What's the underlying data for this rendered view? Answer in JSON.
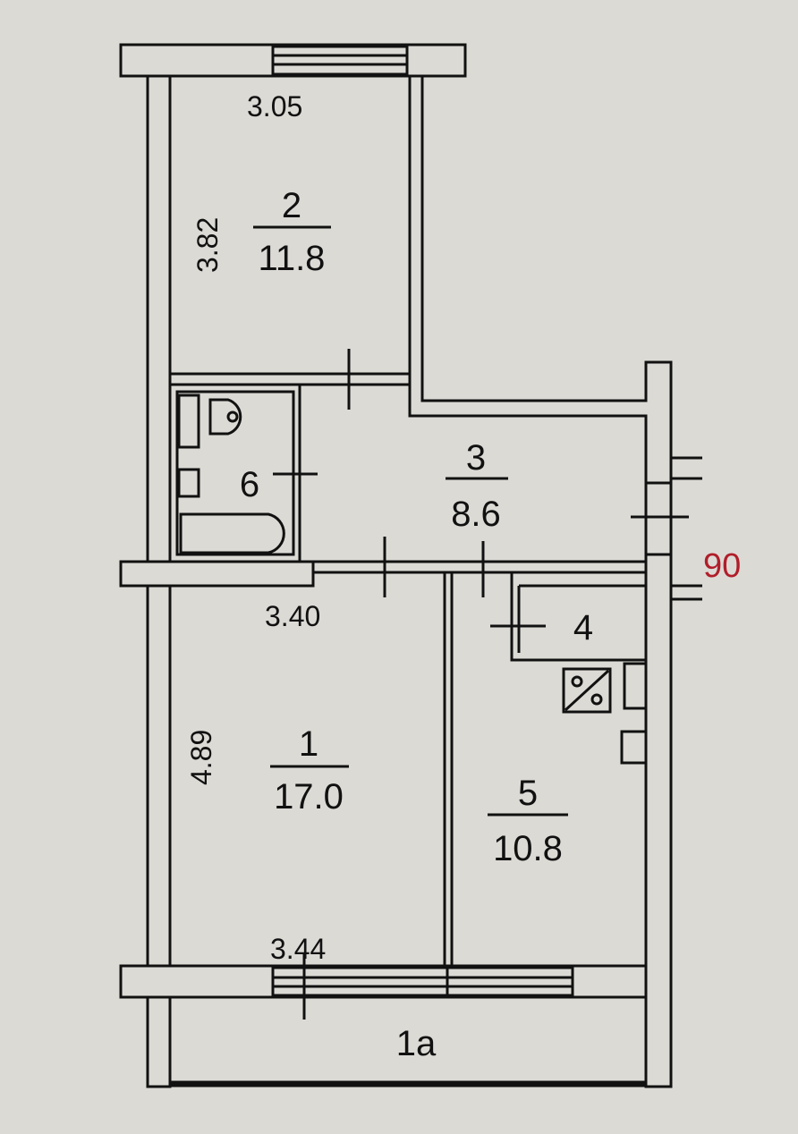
{
  "plan": {
    "rooms": [
      {
        "number": "1",
        "area": "17.0"
      },
      {
        "number": "2",
        "area": "11.8"
      },
      {
        "number": "3",
        "area": "8.6"
      },
      {
        "number": "4"
      },
      {
        "number": "5",
        "area": "10.8"
      },
      {
        "number": "6"
      },
      {
        "number": "1a"
      }
    ],
    "dimensions": {
      "room2_width": "3.05",
      "room2_length": "3.82",
      "room1_width_top": "3.40",
      "room1_length": "4.89",
      "room1_width_bottom": "3.44"
    },
    "annotation": "90"
  }
}
